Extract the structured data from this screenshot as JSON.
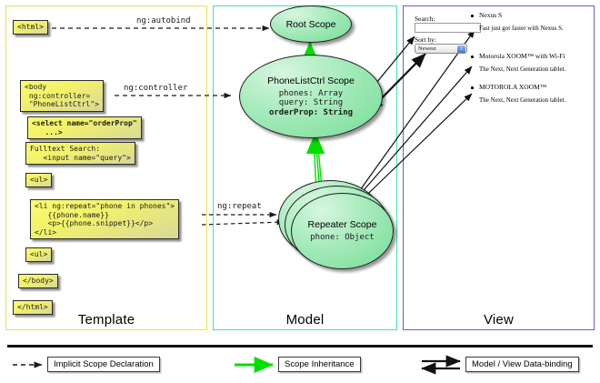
{
  "panels": {
    "template": {
      "label": "Template",
      "accent": "#e8e83c"
    },
    "model": {
      "label": "Model",
      "accent": "#3ce8a8"
    },
    "view": {
      "label": "View",
      "accent": "#6a5ae0"
    }
  },
  "template": {
    "boxes": [
      {
        "id": "html-open",
        "text": "<html>"
      },
      {
        "id": "body-open",
        "text": "<body\n ng:controller=\n \"PhoneListCtrl\">"
      },
      {
        "id": "select",
        "text": "<select name=\"orderProp\"\n   ...>"
      },
      {
        "id": "fulltext",
        "text": "Fulltext Search:\n   <input name=\"query\">"
      },
      {
        "id": "ul-open",
        "text": "<ul>"
      },
      {
        "id": "li-repeat",
        "text": "<li ng:repeat=\"phone in phones\">\n   {{phone.name}}\n   <p>{{phone.snippet}}</p>\n</li>"
      },
      {
        "id": "ul-close",
        "text": "<ul>"
      },
      {
        "id": "body-close",
        "text": "</body>"
      },
      {
        "id": "html-close",
        "text": "</html>"
      }
    ]
  },
  "connectors": {
    "autobind": "ng:autobind",
    "controller": "ng:controller",
    "repeat": "ng:repeat"
  },
  "model": {
    "scopes": [
      {
        "id": "root",
        "title": "Root\nScope",
        "members": []
      },
      {
        "id": "phonelist",
        "title": "PhoneListCtrl\nScope",
        "members": [
          {
            "text": "phones: Array",
            "bold": false
          },
          {
            "text": "query: String",
            "bold": false
          },
          {
            "text": "orderProp: String",
            "bold": true
          }
        ]
      },
      {
        "id": "repeater",
        "title": "Repeater\nScope",
        "members": [
          {
            "text": "phone: Object",
            "bold": false
          }
        ]
      }
    ]
  },
  "view": {
    "search_label": "Search:",
    "search_value": "",
    "search_placeholder": "",
    "sort_label": "Sort by:",
    "sort_selected": "Newest",
    "sort_options": [
      "Newest"
    ],
    "phones": [
      {
        "name": "Nexus S",
        "snippet": "Fast just got faster with Nexus S."
      },
      {
        "name": "Motorola XOOM™  with Wi-Fi",
        "snippet": "The Next, Next Generation tablet."
      },
      {
        "name": "MOTOROLA XOOM™",
        "snippet": "The Next, Next Generation tablet."
      }
    ]
  },
  "legend": {
    "items": [
      {
        "id": "implicit-scope",
        "label": "Implicit Scope Declaration",
        "style": "dashed-arrow",
        "color": "#1a1a1a"
      },
      {
        "id": "scope-inherit",
        "label": "Scope Inheritance",
        "style": "green-arrow",
        "color": "#00e000"
      },
      {
        "id": "data-binding",
        "label": "Model / View Data-binding",
        "style": "double-arrow",
        "color": "#111111"
      }
    ]
  },
  "colors": {
    "code_fill_a": "#fbfb70",
    "code_fill_b": "#d8d89a",
    "scope_fill_a": "#d7f6df",
    "scope_fill_b": "#74dd96",
    "inheritance_green": "#00e000"
  }
}
